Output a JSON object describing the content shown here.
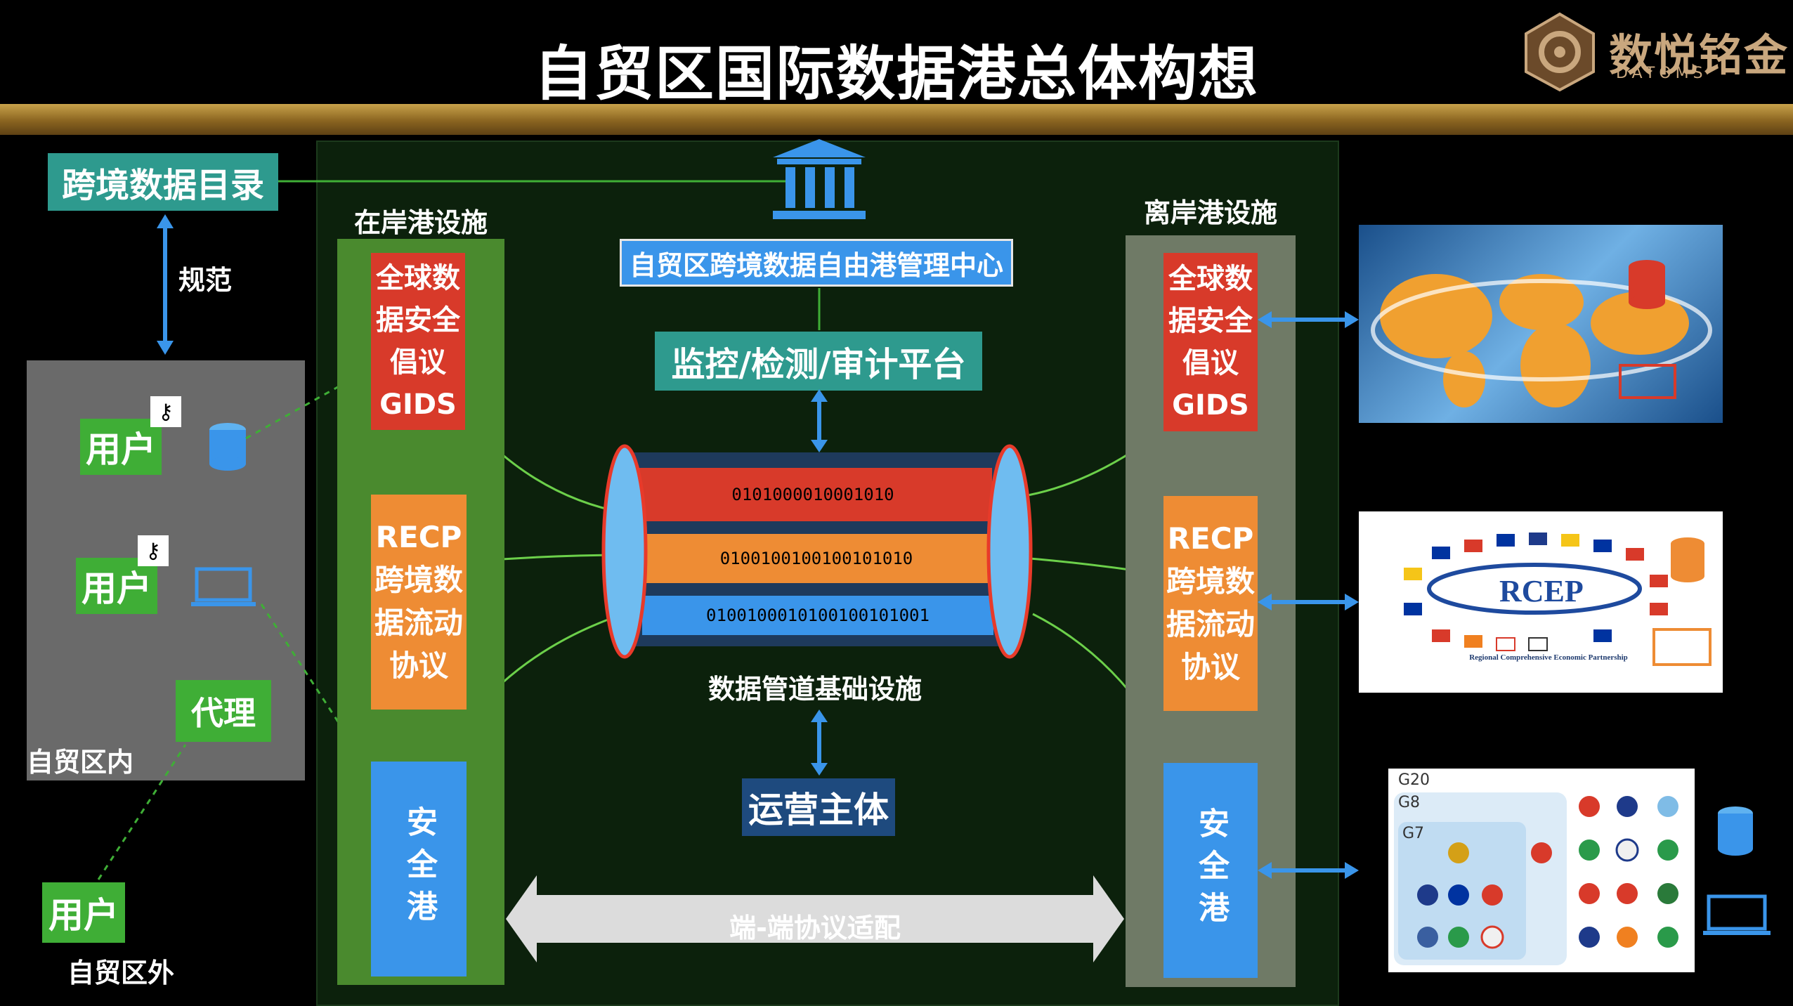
{
  "header": {
    "title": "自贸区国际数据港总体构想",
    "brand_name": "数悦铭金",
    "brand_sub": "DATOMS"
  },
  "left": {
    "catalog": "跨境数据目录",
    "norm": "规范",
    "inside_zone": "自贸区内",
    "outside_zone": "自贸区外",
    "user": "用户",
    "proxy": "代理"
  },
  "center": {
    "management": "自贸区跨境数据自由港管理中心",
    "monitor": "监控/检测/审计平台",
    "pipe_rows": [
      "0101000010001010",
      "0100100100100101010",
      "0100100010100100101001"
    ],
    "pipe_caption": "数据管道基础设施",
    "operator": "运营主体",
    "adapter": "端-端协议适配"
  },
  "onshore": {
    "title": "在岸港设施",
    "gids": "全球数据安全倡议GIDS",
    "gids_lines": [
      "全球数",
      "据安全",
      "倡议",
      "GIDS"
    ],
    "recp_lines": [
      "RECP",
      "跨境数",
      "据流动",
      "协议"
    ],
    "safe_port": "安全港"
  },
  "offshore": {
    "title": "离岸港设施",
    "gids_lines": [
      "全球数",
      "据安全",
      "倡议",
      "GIDS"
    ],
    "recp_lines": [
      "RECP",
      "跨境数",
      "据流动",
      "协议"
    ],
    "safe_port": "安全港"
  },
  "right": {
    "rcep_logo": "RCEP",
    "rcep_sub": "Regional Comprehensive Economic Partnership",
    "groups": [
      "G20",
      "G8",
      "G7"
    ]
  },
  "colors": {
    "red": "#d83a2a",
    "orange": "#ee8c34",
    "blue": "#3a95ea",
    "teal": "#2e9a8e",
    "green": "#3fae36",
    "gold": "#c9a77e"
  }
}
